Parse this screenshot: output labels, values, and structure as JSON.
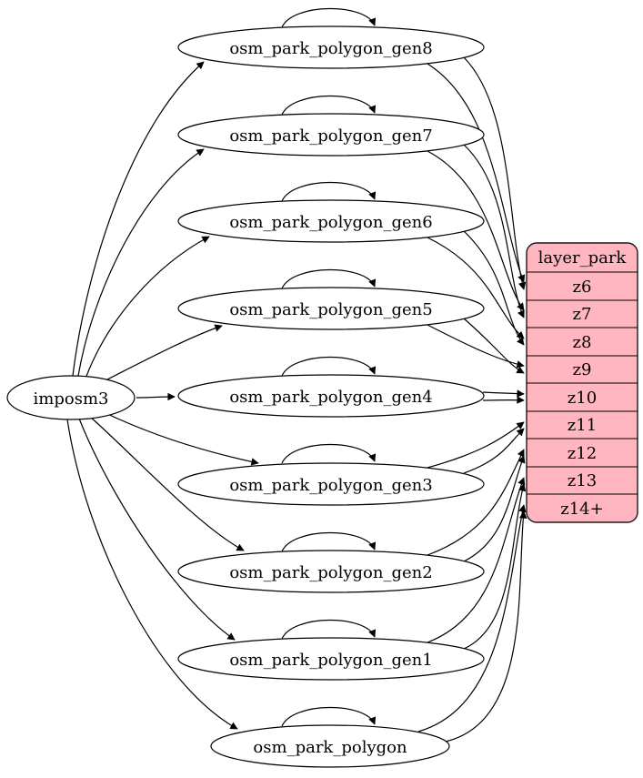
{
  "diagram": {
    "kind": "etl-graph",
    "source": {
      "label": "imposm3"
    },
    "tables": [
      {
        "label": "osm_park_polygon_gen8",
        "self_loop": true,
        "target_row": "z6",
        "edges_to_row": 2
      },
      {
        "label": "osm_park_polygon_gen7",
        "self_loop": true,
        "target_row": "z7",
        "edges_to_row": 2
      },
      {
        "label": "osm_park_polygon_gen6",
        "self_loop": true,
        "target_row": "z8",
        "edges_to_row": 2
      },
      {
        "label": "osm_park_polygon_gen5",
        "self_loop": true,
        "target_row": "z9",
        "edges_to_row": 2
      },
      {
        "label": "osm_park_polygon_gen4",
        "self_loop": true,
        "target_row": "z10",
        "edges_to_row": 2
      },
      {
        "label": "osm_park_polygon_gen3",
        "self_loop": true,
        "target_row": "z11",
        "edges_to_row": 2
      },
      {
        "label": "osm_park_polygon_gen2",
        "self_loop": true,
        "target_row": "z12",
        "edges_to_row": 2
      },
      {
        "label": "osm_park_polygon_gen1",
        "self_loop": true,
        "target_row": "z13",
        "edges_to_row": 2
      },
      {
        "label": "osm_park_polygon",
        "self_loop": true,
        "target_row": "z14+",
        "edges_to_row": 2
      }
    ],
    "layer": {
      "title": "layer_park",
      "rows": [
        "z6",
        "z7",
        "z8",
        "z9",
        "z10",
        "z11",
        "z12",
        "z13",
        "z14+"
      ]
    },
    "edges": {
      "source_to_tables": 9,
      "self_loops": 9,
      "table_to_row_pairs": 9
    },
    "colors": {
      "layer_fill": "#FFB6C1",
      "table_fill": "#FFFFFF",
      "stroke": "#000000",
      "background": "#FFFFFF"
    }
  }
}
